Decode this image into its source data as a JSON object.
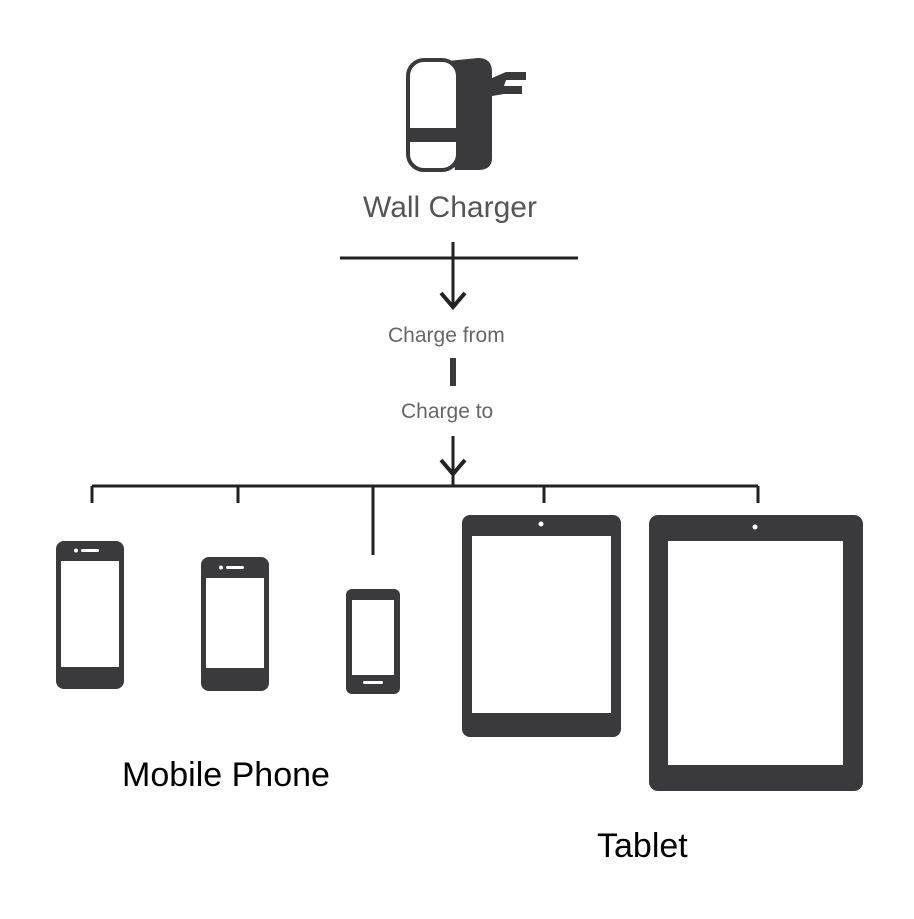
{
  "labels": {
    "wall_charger": "Wall Charger",
    "charge_from": "Charge from",
    "charge_to": "Charge to",
    "mobile_phone": "Mobile Phone",
    "tablet": "Tablet"
  },
  "colors": {
    "device": "#3a3a3c",
    "line": "#222222",
    "screen": "#ffffff"
  },
  "icons": {
    "source": "wall-charger-icon",
    "phones": [
      "phone-icon",
      "phone-icon",
      "phone-icon"
    ],
    "tablets": [
      "tablet-icon",
      "tablet-icon"
    ]
  }
}
